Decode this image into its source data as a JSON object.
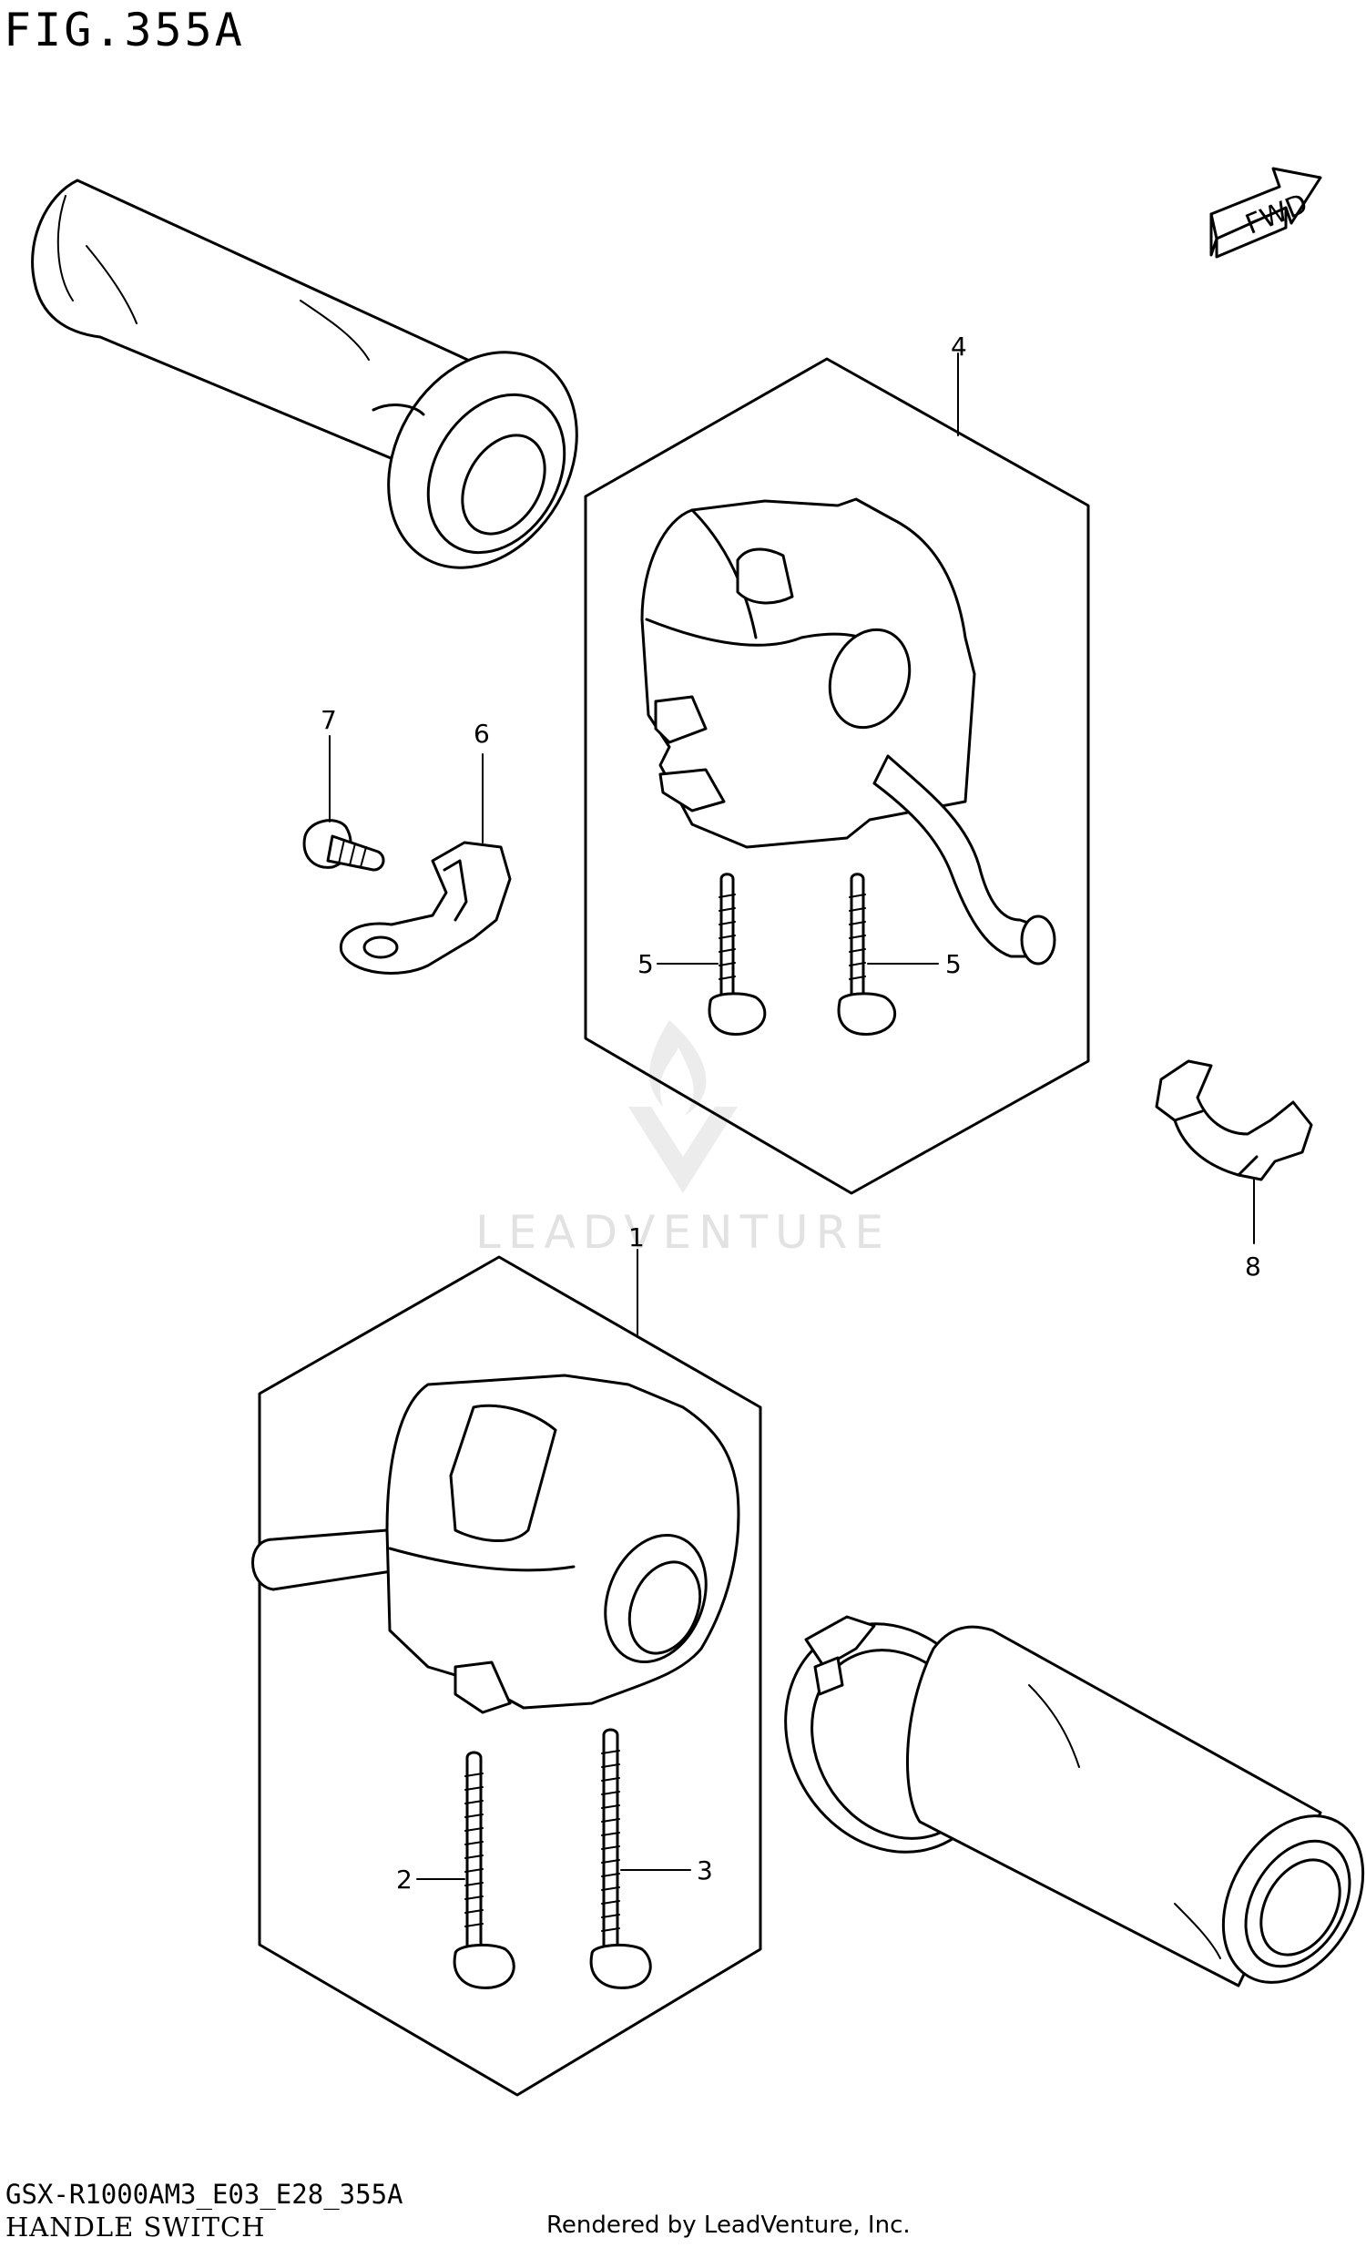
{
  "figure": {
    "title": "FIG.355A",
    "model_code": "GSX-R1000AM3_E03_E28_355A",
    "part_name": "HANDLE SWITCH",
    "credit": "Rendered by LeadVenture, Inc.",
    "fwd_label": "FWD",
    "watermark": "LEADVENTURE"
  },
  "callouts": [
    {
      "id": "1",
      "label": "1"
    },
    {
      "id": "2",
      "label": "2"
    },
    {
      "id": "3",
      "label": "3"
    },
    {
      "id": "4",
      "label": "4"
    },
    {
      "id": "5a",
      "label": "5"
    },
    {
      "id": "5b",
      "label": "5"
    },
    {
      "id": "6",
      "label": "6"
    },
    {
      "id": "7",
      "label": "7"
    },
    {
      "id": "8",
      "label": "8"
    }
  ]
}
